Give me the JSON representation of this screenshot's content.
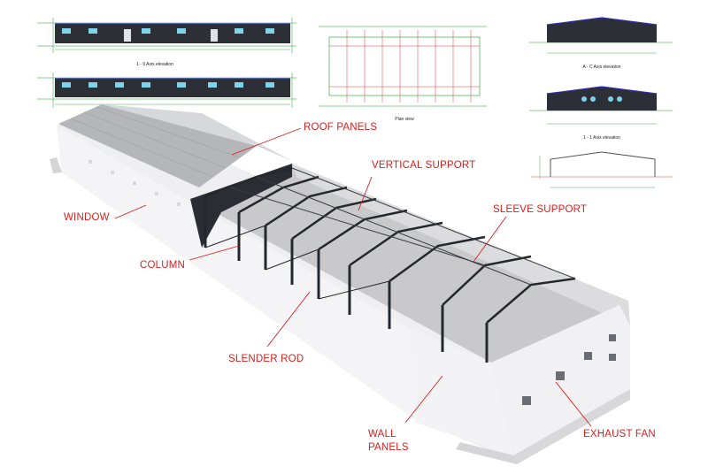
{
  "colors": {
    "label": "#d8201e",
    "leader": "#d8201e",
    "drawing_line": "#1f9d2a",
    "drawing_grid": "#e03a3a",
    "roof_edge": "#2b2fa8",
    "wall_dark": "#2c2f36",
    "window": "#7fd3ea",
    "steel": "#24272c",
    "floor": "#c9c9cc",
    "wall_light": "#eeeeef"
  },
  "drawings": {
    "front_elevation_caption": "1 - 9 Axis elevation",
    "rear_elevation_caption": "",
    "plan_caption": "Plan view",
    "side_elevation_caption": "A - C Axis elevation",
    "side_elevation2_caption": "1 - 1 Axis elevation"
  },
  "labels": {
    "roof_panels": "ROOF PANELS",
    "vertical_support": "VERTICAL SUPPORT",
    "window": "WINDOW",
    "sleeve_support": "SLEEVE SUPPORT",
    "column": "COLUMN",
    "slender_rod": "SLENDER ROD",
    "wall_panels_line1": "WALL",
    "wall_panels_line2": "PANELS",
    "exhaust_fan": "EXHAUST FAN"
  },
  "icons": {
    "exhaust_fan": "exhaust-fan-icon",
    "window": "window-icon"
  }
}
